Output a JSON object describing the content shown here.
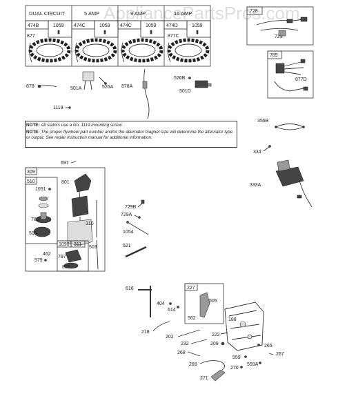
{
  "watermark": "AppliancePartsPros.com",
  "stator_headers": [
    "DUAL CIRCUIT",
    "5 AMP",
    "9 AMP",
    "16 AMP"
  ],
  "notes": [
    {
      "label": "NOTE:",
      "text": "All stators use a No. 1119 mounting screw."
    },
    {
      "label": "NOTE:",
      "text": "The proper flywheel part number and/or the alternator magnet size will determine the alternator type or output. See repair instruction manual for additional information."
    }
  ],
  "labels": {
    "l474B": "474B",
    "l1059a": "1059",
    "l877": "877",
    "l474C": "474C",
    "l1059b": "1059",
    "l474Cb": "474C",
    "l1059c": "1059",
    "l474D": "474D",
    "l1059d": "1059",
    "l877C": "877C",
    "l728": "728",
    "l729": "729",
    "l789": "789",
    "l877D": "877D",
    "l878": "878",
    "l501A": "501A",
    "l526A": "526A",
    "l878A": "878A",
    "l526B": "526B",
    "l501D": "501D",
    "l1119": "1119",
    "l356B": "356B",
    "l334": "334",
    "l333A": "333A",
    "l697": "697",
    "l309": "309",
    "l510": "510",
    "l1051": "1051",
    "l801": "801",
    "l783": "783",
    "l310": "310",
    "l513": "513",
    "l1090": "1090",
    "l311": "311",
    "l503": "503",
    "l462": "462",
    "l797": "797",
    "l579": "579",
    "l802": "802",
    "l729B": "729B",
    "l729A": "729A",
    "l1054": "1054",
    "l521": "521",
    "l616": "616",
    "l404": "404",
    "l614": "614",
    "l227": "227",
    "l505": "505",
    "l562": "562",
    "l188": "188",
    "l222": "222",
    "l209": "209",
    "l265": "265",
    "l267": "267",
    "l218": "218",
    "l202": "202",
    "l232": "232",
    "l268": "268",
    "l559": "559",
    "l269": "269",
    "l270": "270",
    "l559A": "559A",
    "l271": "271"
  }
}
